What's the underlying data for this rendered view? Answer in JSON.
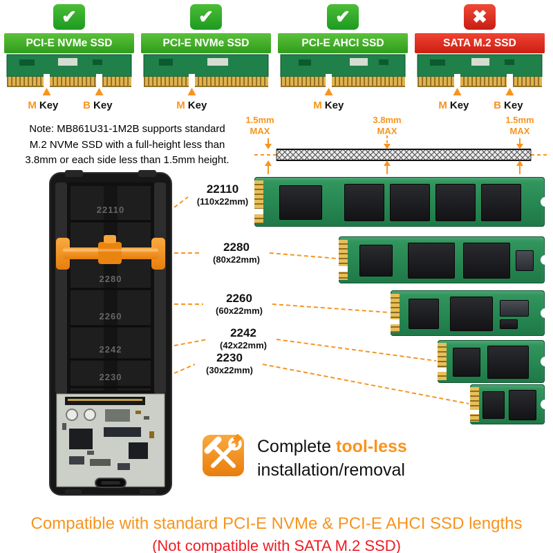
{
  "compat_columns": [
    {
      "icon_glyph": "✔",
      "icon_name": "check",
      "status": "compatible",
      "label": "PCI-E NVMe SSD",
      "keys": [
        {
          "letter": "M",
          "word": "Key"
        },
        {
          "letter": "B",
          "word": "Key"
        }
      ]
    },
    {
      "icon_glyph": "✔",
      "icon_name": "check",
      "status": "compatible",
      "label": "PCI-E NVMe SSD",
      "keys": [
        {
          "letter": "M",
          "word": "Key"
        }
      ]
    },
    {
      "icon_glyph": "✔",
      "icon_name": "check",
      "status": "compatible",
      "label": "PCI-E AHCI SSD",
      "keys": [
        {
          "letter": "M",
          "word": "Key"
        }
      ]
    },
    {
      "icon_glyph": "✖",
      "icon_name": "cross",
      "status": "not-compatible",
      "label": "SATA M.2 SSD",
      "keys": [
        {
          "letter": "M",
          "word": "Key"
        },
        {
          "letter": "B",
          "word": "Key"
        }
      ]
    }
  ],
  "note": {
    "line1": "Note: MB861U31-1M2B supports standard",
    "line2": "M.2 NVMe SSD with a full-height less than",
    "line3": "3.8mm or each side less than 1.5mm height."
  },
  "height_limits": [
    {
      "value": "1.5mm",
      "qualifier": "MAX"
    },
    {
      "value": "3.8mm",
      "qualifier": "MAX"
    },
    {
      "value": "1.5mm",
      "qualifier": "MAX"
    }
  ],
  "ssd_lengths": [
    {
      "name": "22110",
      "size": "(110x22mm)"
    },
    {
      "name": "2280",
      "size": "(80x22mm)"
    },
    {
      "name": "2260",
      "size": "(60x22mm)"
    },
    {
      "name": "2242",
      "size": "(42x22mm)"
    },
    {
      "name": "2230",
      "size": "(30x22mm)"
    }
  ],
  "toolless": {
    "prefix": "Complete",
    "highlight": "tool-less",
    "line2": "installation/removal"
  },
  "footer": {
    "compatible_line": "Compatible with standard PCI-E NVMe & PCI-E AHCI SSD lengths",
    "not_compatible_line": "(Not compatible with SATA M.2 SSD)"
  },
  "colors": {
    "green": "#3aae27",
    "red": "#e0291c",
    "orange": "#f7941e",
    "footer_red": "#ed1c24",
    "pcb_green": "#1f8049",
    "gold": "#e2b24f"
  }
}
